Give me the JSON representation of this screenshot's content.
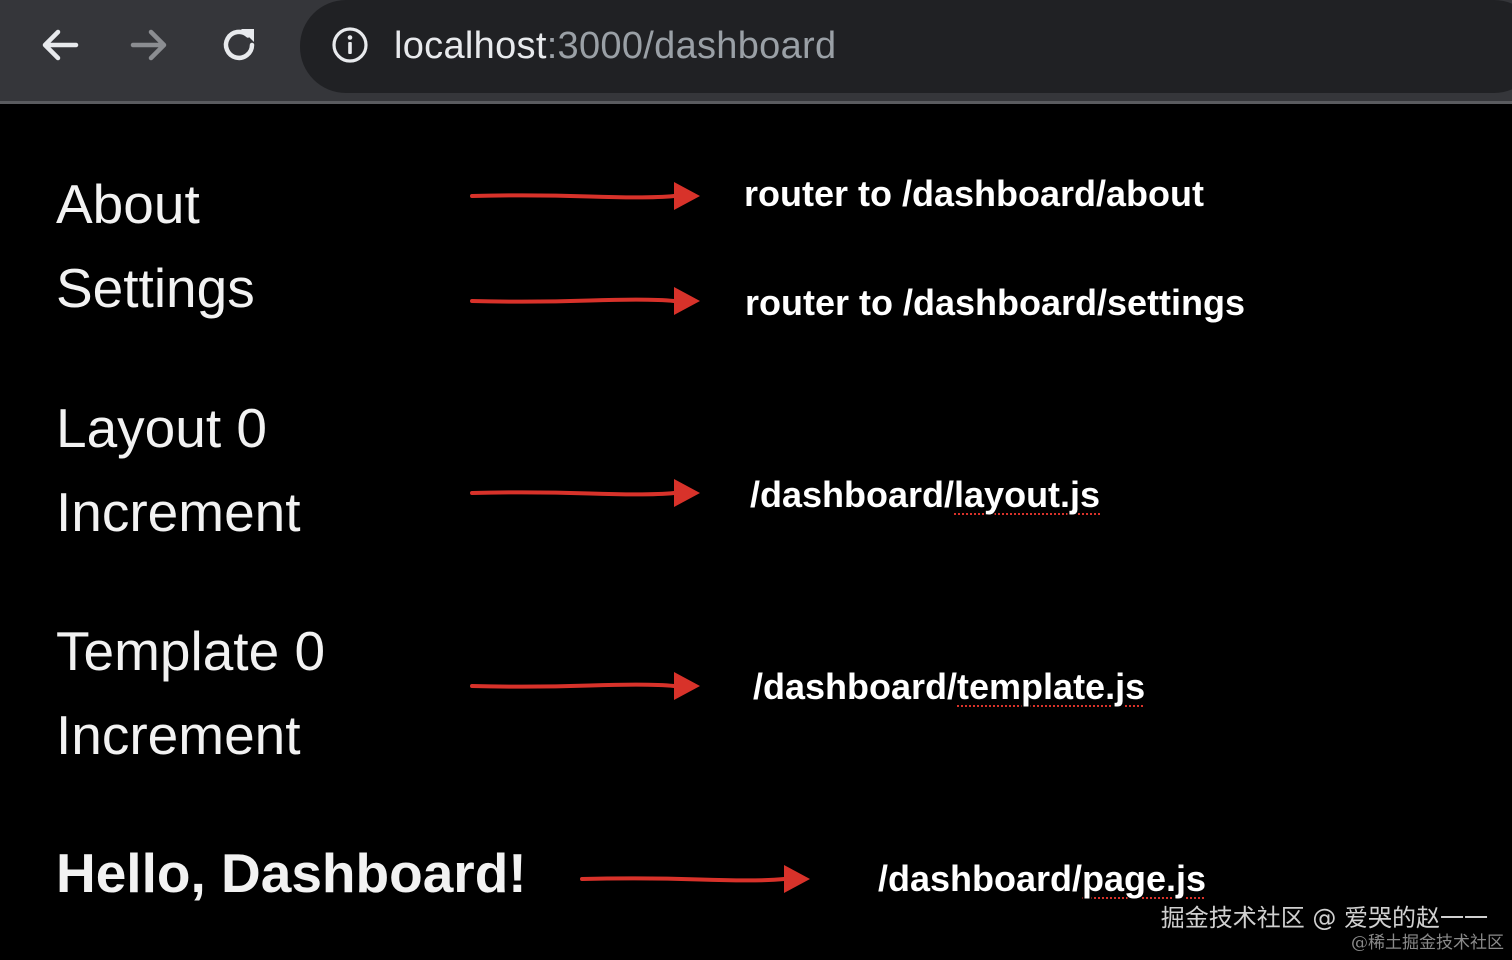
{
  "browser": {
    "url_host": "localhost",
    "url_rest": ":3000/dashboard",
    "icons": {
      "back": "arrow-left-icon",
      "forward": "arrow-right-icon",
      "reload": "reload-icon",
      "site_info": "info-circle-icon"
    }
  },
  "page": {
    "about_link": "About",
    "settings_link": "Settings",
    "layout_label": "Layout 0",
    "layout_increment_button": "Increment",
    "template_label": "Template 0",
    "template_increment_button": "Increment",
    "page_heading": "Hello, Dashboard!"
  },
  "annotations": {
    "about": "router to /dashboard/about",
    "settings": "router to /dashboard/settings",
    "layout_prefix": "/dashboard/",
    "layout_file": "layout.js",
    "template_prefix": "/dashboard/",
    "template_file": "template.js",
    "page_prefix": "/dashboard/",
    "page_file": "page.js"
  },
  "watermark": {
    "main": "掘金技术社区 @ 爱哭的赵一一",
    "small": "@稀土掘金技术社区"
  },
  "colors": {
    "background": "#000000",
    "chrome": "#35363a",
    "omnibox": "#202124",
    "arrow": "#d8322a"
  }
}
